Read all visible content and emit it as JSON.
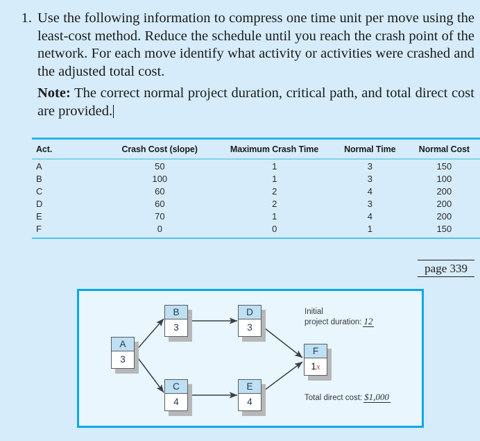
{
  "question": {
    "number": "1.",
    "paragraph": "Use the following information to compress one time unit per move using the least-cost method. Reduce the schedule until you reach the crash point of the network. For each move identify what activity or activities were crashed and the adjusted total cost.",
    "note_label": "Note:",
    "note_text": "The correct normal project duration, critical path, and total direct cost are provided."
  },
  "table": {
    "headers": [
      "Act.",
      "Crash Cost (slope)",
      "Maximum Crash Time",
      "Normal Time",
      "Normal Cost"
    ],
    "rows": [
      {
        "act": "A",
        "crash_cost": "50",
        "max_crash_time": "1",
        "normal_time": "3",
        "normal_cost": "150"
      },
      {
        "act": "B",
        "crash_cost": "100",
        "max_crash_time": "1",
        "normal_time": "3",
        "normal_cost": "100"
      },
      {
        "act": "C",
        "crash_cost": "60",
        "max_crash_time": "2",
        "normal_time": "4",
        "normal_cost": "200"
      },
      {
        "act": "D",
        "crash_cost": "60",
        "max_crash_time": "2",
        "normal_time": "3",
        "normal_cost": "200"
      },
      {
        "act": "E",
        "crash_cost": "70",
        "max_crash_time": "1",
        "normal_time": "4",
        "normal_cost": "200"
      },
      {
        "act": "F",
        "crash_cost": "0",
        "max_crash_time": "0",
        "normal_time": "1",
        "normal_cost": "150"
      }
    ]
  },
  "page_ref": "page 339",
  "diagram": {
    "nodes": [
      {
        "id": "A",
        "label": "A",
        "duration": "3"
      },
      {
        "id": "B",
        "label": "B",
        "duration": "3"
      },
      {
        "id": "C",
        "label": "C",
        "duration": "4"
      },
      {
        "id": "D",
        "label": "D",
        "duration": "3"
      },
      {
        "id": "E",
        "label": "E",
        "duration": "4"
      },
      {
        "id": "F",
        "label": "F",
        "duration": "1",
        "annotation": "x"
      }
    ],
    "edges": [
      "A-B",
      "A-C",
      "B-D",
      "C-E",
      "D-F",
      "E-F"
    ],
    "annotations": {
      "duration_label_line1": "Initial",
      "duration_label_line2": "project duration:",
      "duration_value": "12",
      "cost_label": "Total direct cost:",
      "cost_value": "$1,000"
    }
  },
  "colors": {
    "page_background": "#d6ecfa",
    "diagram_border": "#0aa7e8",
    "diagram_background": "#e9f6fd",
    "table_rule": "#29b6e8",
    "node_header": "#bfdff2"
  }
}
